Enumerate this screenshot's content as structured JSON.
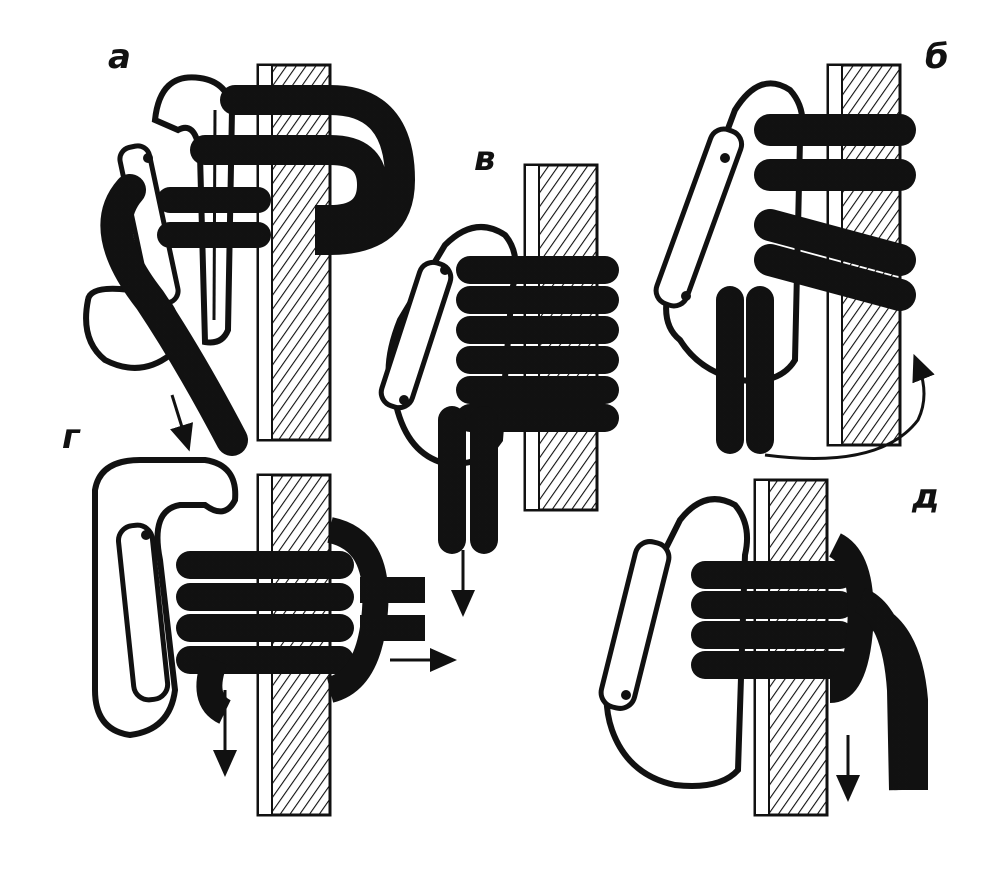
{
  "panels": {
    "a": {
      "label": "а"
    },
    "b": {
      "label": "б"
    },
    "v": {
      "label": "в"
    },
    "g": {
      "label": "г"
    },
    "d": {
      "label": "д"
    }
  },
  "colors": {
    "ink": "#111111",
    "paper": "#ffffff"
  },
  "icons": {
    "carabiner": "carabiner-icon",
    "rope": "rope-icon",
    "direction-arrow": "arrow-icon"
  }
}
